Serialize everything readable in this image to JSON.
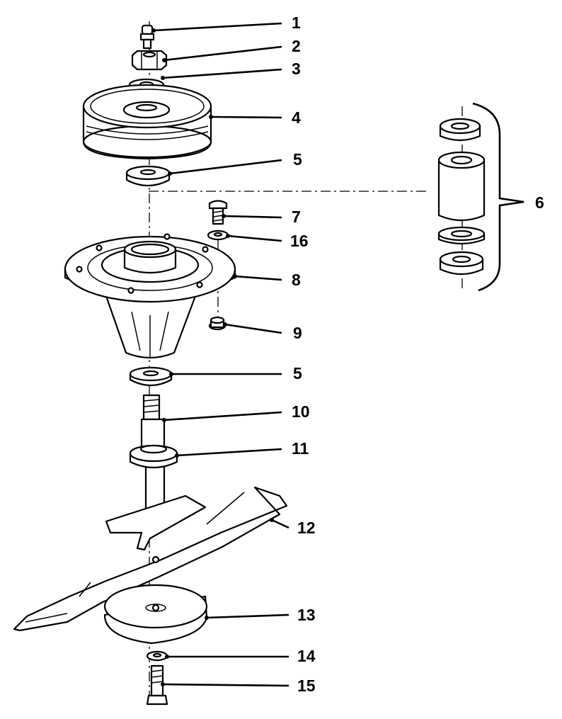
{
  "callouts": [
    "1",
    "2",
    "3",
    "4",
    "5",
    "6",
    "7",
    "16",
    "8",
    "9",
    "5",
    "10",
    "11",
    "12",
    "13",
    "14",
    "15"
  ]
}
